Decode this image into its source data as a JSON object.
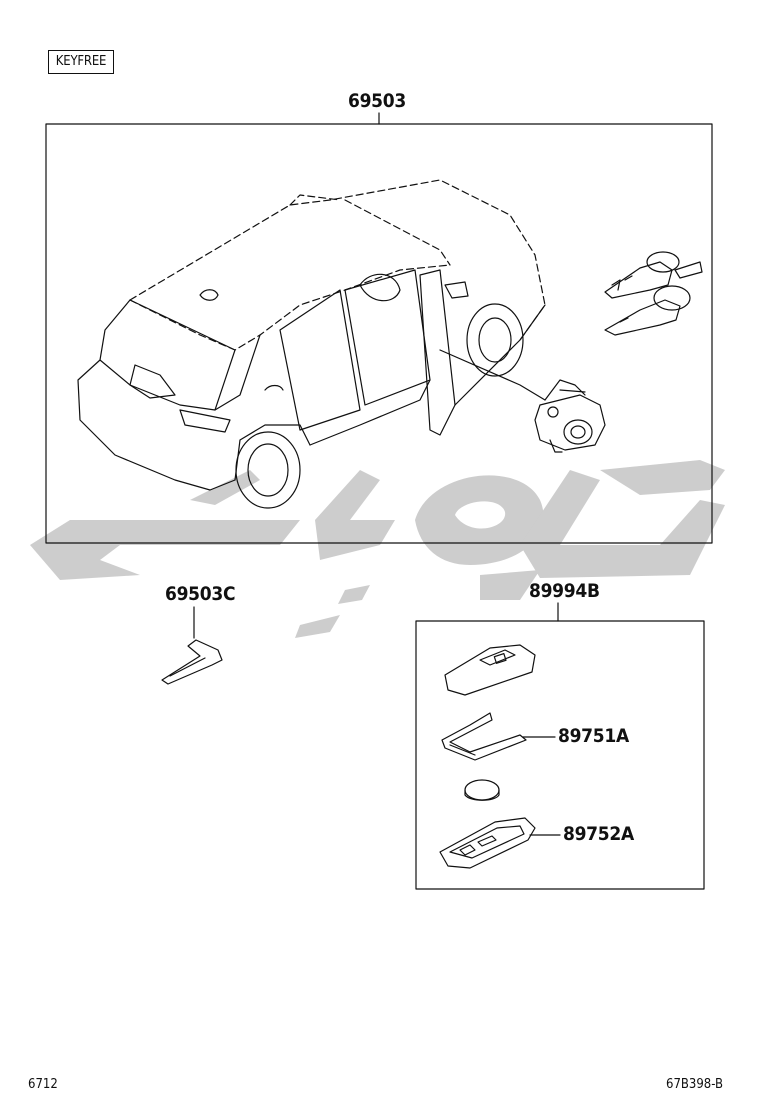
{
  "tag": {
    "label": "KEYFREE"
  },
  "parts": {
    "main_kit": "69503",
    "key_blank": "69503C",
    "remote_kit": "89994B",
    "remote_cover": "89751A",
    "remote_case": "89752A"
  },
  "footer": {
    "left_code": "6712",
    "right_code": "67B398-B"
  },
  "colors": {
    "line": "#111111",
    "watermark": "#c8c8c8"
  }
}
